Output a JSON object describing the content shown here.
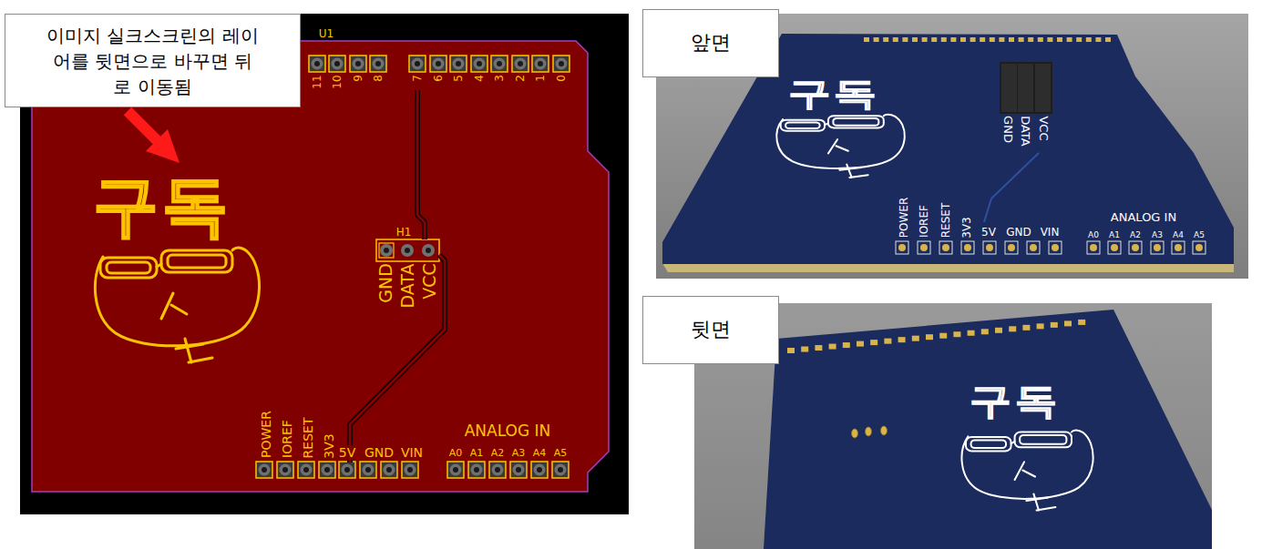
{
  "diagram": {
    "nodes": [
      {
        "text": [
          "이미지 실크스크린의 레이어를 뒷면으로 바꾸면 뒤로 이동됨"
        ]
      },
      {
        "text": [
          "앞면"
        ]
      },
      {
        "text": [
          "뒷면"
        ]
      }
    ],
    "labels": [
      "U1",
      "11",
      "10",
      "9",
      "8",
      "7",
      "6",
      "5",
      "4",
      "3",
      "2",
      "1",
      "0",
      "H1",
      "GND",
      "DATA",
      "VCC",
      "구독",
      "POWER",
      "IOREF",
      "RESET",
      "3V3",
      "5V",
      "GND",
      "VIN",
      "ANALOG IN",
      "A0",
      "A1",
      "A2",
      "A3",
      "A4",
      "A5",
      "구독",
      "GND",
      "DATA",
      "VCC",
      "POWER",
      "IOREF",
      "RESET",
      "3V3",
      "5V",
      "GND",
      "VIN",
      "ANALOG IN",
      "A0",
      "A1",
      "A2",
      "A3",
      "A4",
      "A5",
      "구독"
    ]
  }
}
